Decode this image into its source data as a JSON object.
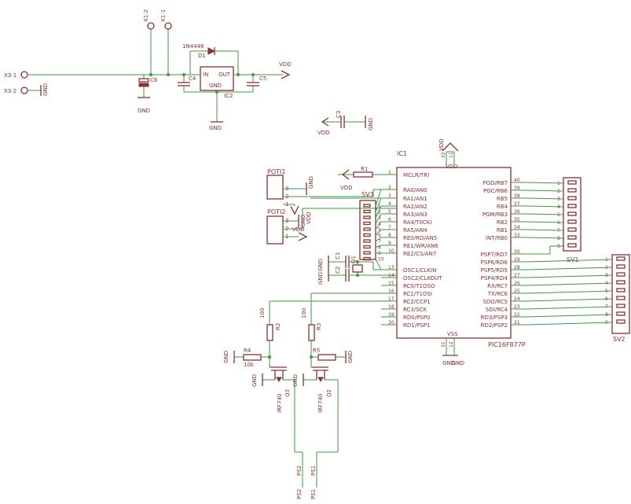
{
  "terminals": {
    "x3_1": "X3-1",
    "x3_2": "X3-2",
    "x1_1": "X1-1",
    "x1_2": "X1-2"
  },
  "power": {
    "gnd": "GND",
    "vdd": "VDD",
    "d1_ref": "D1",
    "d1_value": "1N4446",
    "ic2_ref": "IC2",
    "ic2_in": "IN",
    "ic2_out": "OUT",
    "ic2_gnd": "GND",
    "c4": "C4",
    "c5": "C5",
    "c6": "C6",
    "c3": "C3"
  },
  "mcu": {
    "ref": "IC1",
    "value": "PIC16F877P",
    "vss": "VSS",
    "vdd": "VDD",
    "left_pins": [
      {
        "num": "1",
        "name": "MCLR/TRI"
      },
      {
        "num": "2",
        "name": "RA0/AN0"
      },
      {
        "num": "3",
        "name": "RA1/AN1"
      },
      {
        "num": "4",
        "name": "RA2/AN2"
      },
      {
        "num": "5",
        "name": "RA3/AN3"
      },
      {
        "num": "6",
        "name": "RA4/T0CKI"
      },
      {
        "num": "7",
        "name": "RA5/AN4"
      },
      {
        "num": "8",
        "name": "RE0/RD/AN5"
      },
      {
        "num": "9",
        "name": "RE1/WR/AN6"
      },
      {
        "num": "10",
        "name": "RE2/CS/AN7"
      },
      {
        "num": "13",
        "name": "OSC1/CLKIN"
      },
      {
        "num": "14",
        "name": "OSC2/CLKOUT"
      },
      {
        "num": "15",
        "name": "RC0/T1OSO"
      },
      {
        "num": "16",
        "name": "RC1/T1OSI"
      },
      {
        "num": "17",
        "name": "RC2/CCP1"
      },
      {
        "num": "18",
        "name": "RC3/SCK"
      },
      {
        "num": "19",
        "name": "RD0/PSP0"
      },
      {
        "num": "20",
        "name": "RD1/PSP1"
      }
    ],
    "right_pins": [
      {
        "num": "40",
        "name": "PGD/RB7"
      },
      {
        "num": "39",
        "name": "PGC/RB6"
      },
      {
        "num": "38",
        "name": "RB5"
      },
      {
        "num": "37",
        "name": "RB4"
      },
      {
        "num": "36",
        "name": "PGM/RB3"
      },
      {
        "num": "35",
        "name": "RB2"
      },
      {
        "num": "34",
        "name": "RB1"
      },
      {
        "num": "33",
        "name": "INT/RB0"
      },
      {
        "num": "30",
        "name": "PSP7/RD7"
      },
      {
        "num": "29",
        "name": "PSP6/RD6"
      },
      {
        "num": "28",
        "name": "PSP5/RD5"
      },
      {
        "num": "27",
        "name": "PSP4/RD4"
      },
      {
        "num": "26",
        "name": "RX/RC7"
      },
      {
        "num": "25",
        "name": "TX/RC6"
      },
      {
        "num": "24",
        "name": "SDO/RC5"
      },
      {
        "num": "23",
        "name": "SDI/RC4"
      },
      {
        "num": "22",
        "name": "RD3/PSP3"
      },
      {
        "num": "21",
        "name": "RD2/PSP2"
      }
    ],
    "bottom_pins": [
      "31",
      "12"
    ],
    "top_pins": [
      "32",
      "11"
    ]
  },
  "headers": {
    "sv1": {
      "ref": "SV1",
      "pins": [
        "1",
        "2",
        "3",
        "4",
        "5",
        "6",
        "7",
        "8",
        "9"
      ]
    },
    "sv2": {
      "ref": "SV2",
      "pins": [
        "1",
        "2",
        "3",
        "4",
        "5",
        "6",
        "7",
        "8",
        "9"
      ]
    },
    "sv3": {
      "ref": "SV3",
      "pins": [
        "1",
        "2",
        "3",
        "4",
        "5",
        "6",
        "7",
        "8",
        "9",
        "10"
      ]
    },
    "poti1": {
      "ref": "POTI1",
      "pins": [
        "3",
        "2",
        "1"
      ]
    },
    "poti2": {
      "ref": "POTI2",
      "pins": [
        "3",
        "2",
        "1"
      ]
    }
  },
  "passives": {
    "r1": "R1",
    "r2": "R2",
    "r2_value": "100",
    "r3": "R3",
    "r3_value": "100",
    "r4": "R4",
    "r4_value": "10k",
    "r5": "R5",
    "c1": "C1",
    "c2": "C2",
    "q1": "Q1"
  },
  "mosfets": {
    "q3_ref": "Q3",
    "q3_value": "IRF740",
    "q2_ref": "Q2",
    "q2_value": "IRF740"
  },
  "outputs": {
    "ps2": "PS2",
    "ps1": "PS1"
  }
}
